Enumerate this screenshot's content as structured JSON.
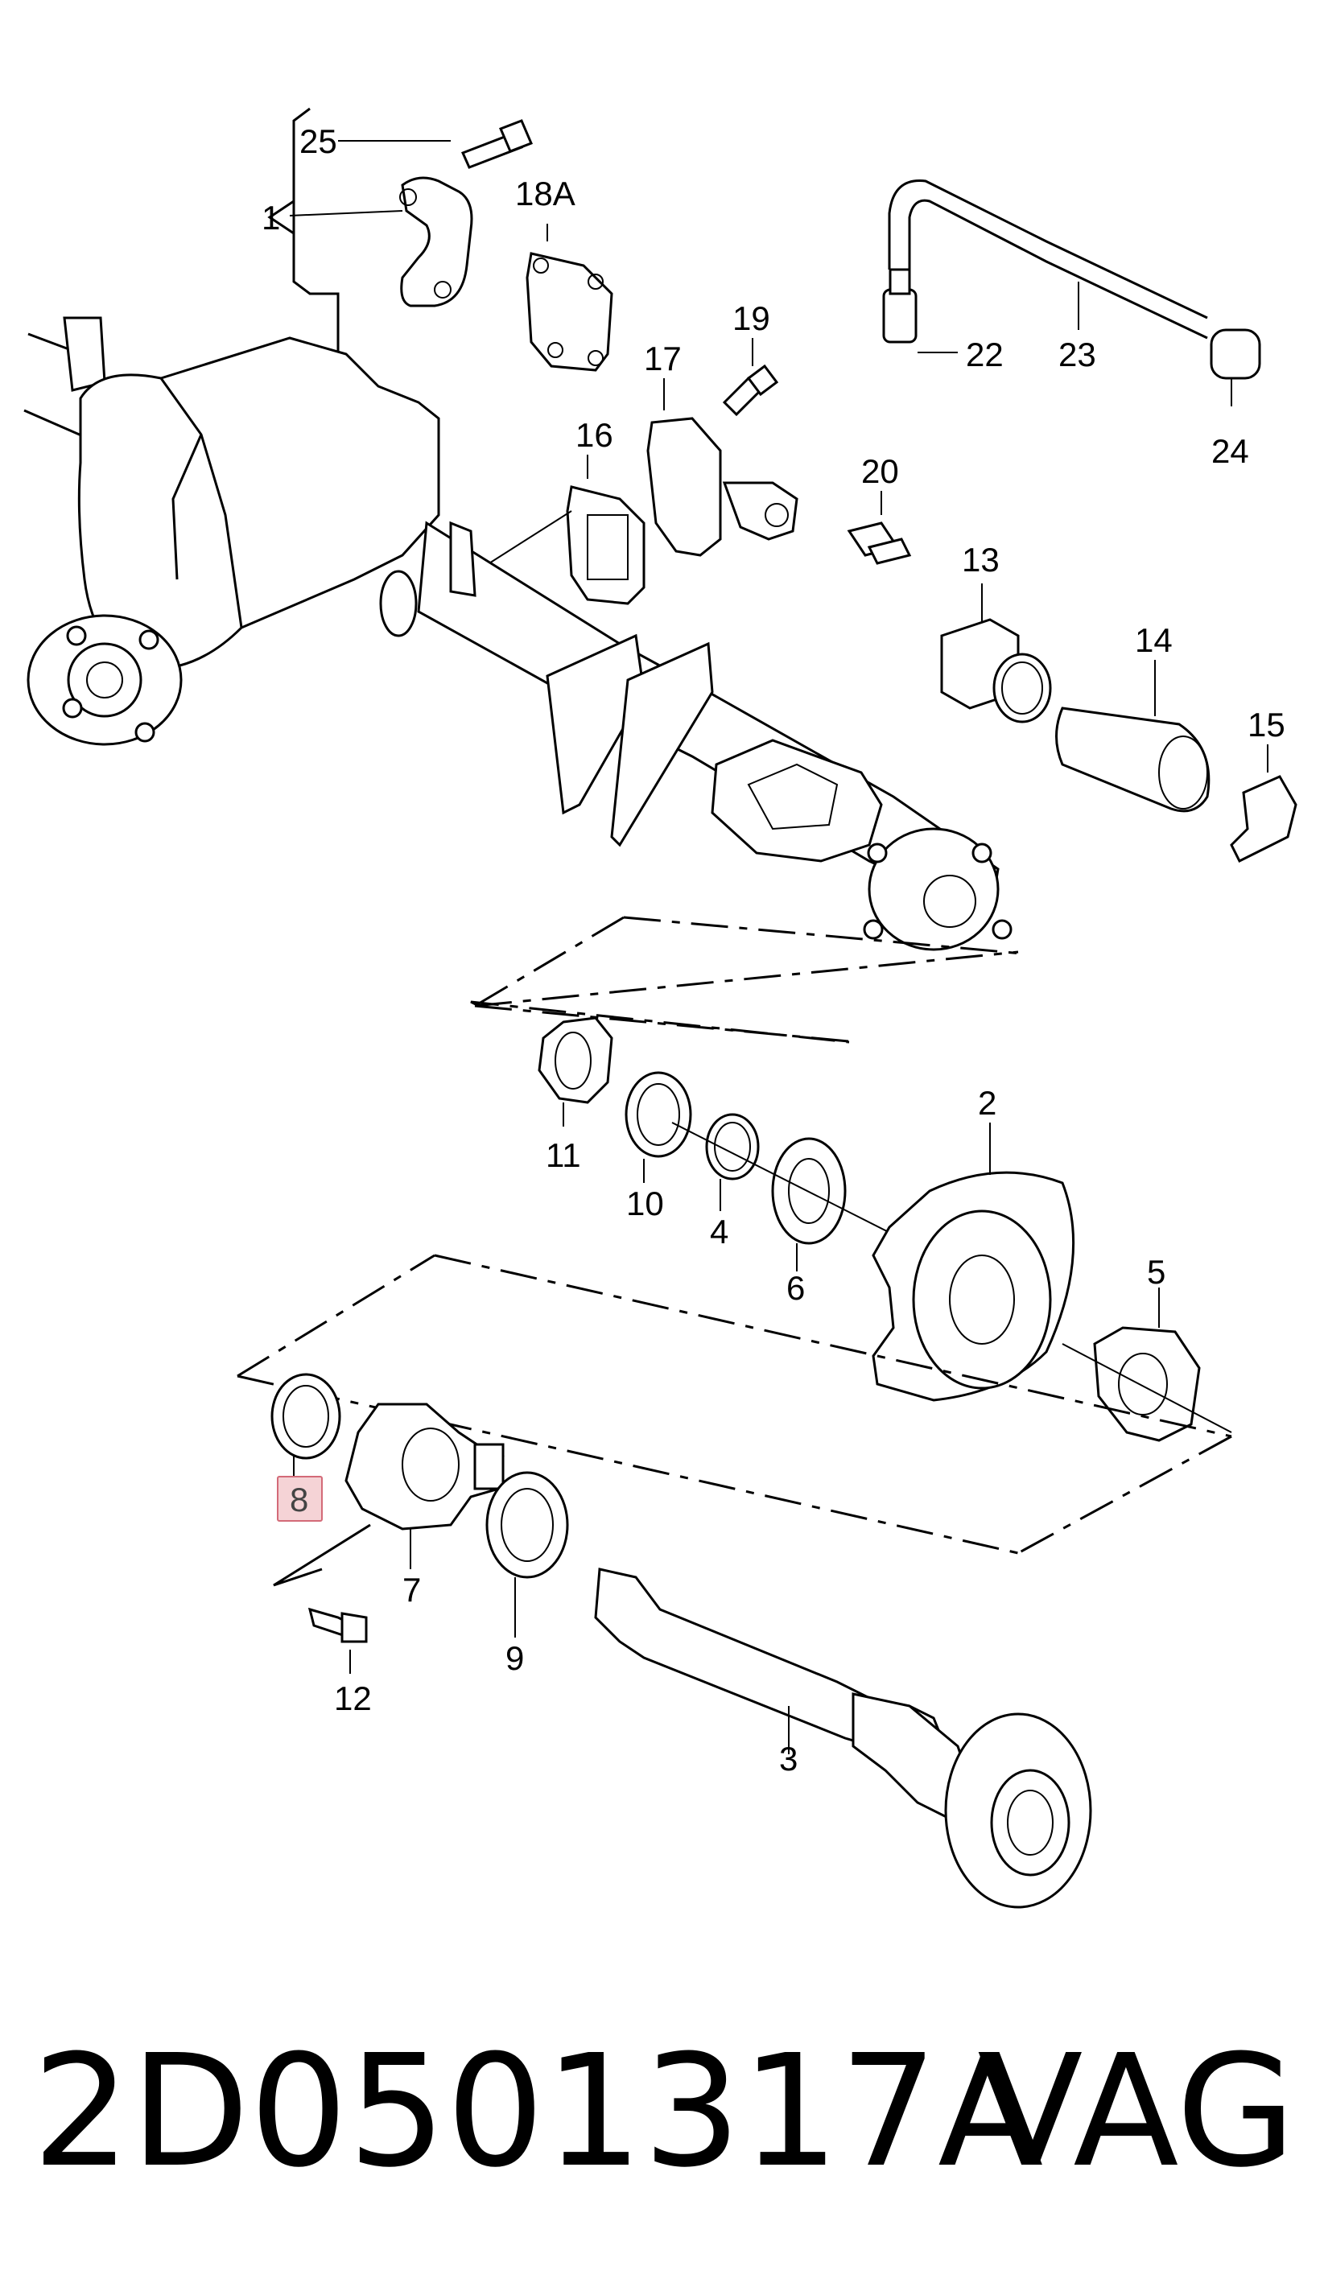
{
  "diagram": {
    "part_labels": [
      "25",
      "1",
      "18A",
      "19",
      "17",
      "16",
      "20",
      "22",
      "23",
      "24",
      "13",
      "14",
      "15",
      "2",
      "11",
      "10",
      "4",
      "6",
      "5",
      "8",
      "7",
      "9",
      "12",
      "3"
    ],
    "highlighted_label": "8",
    "highlight_color": "#f5d3d6",
    "highlight_border": "#d36a78"
  },
  "footer": {
    "part_number": "2D0501317A",
    "brand": "VAG"
  }
}
